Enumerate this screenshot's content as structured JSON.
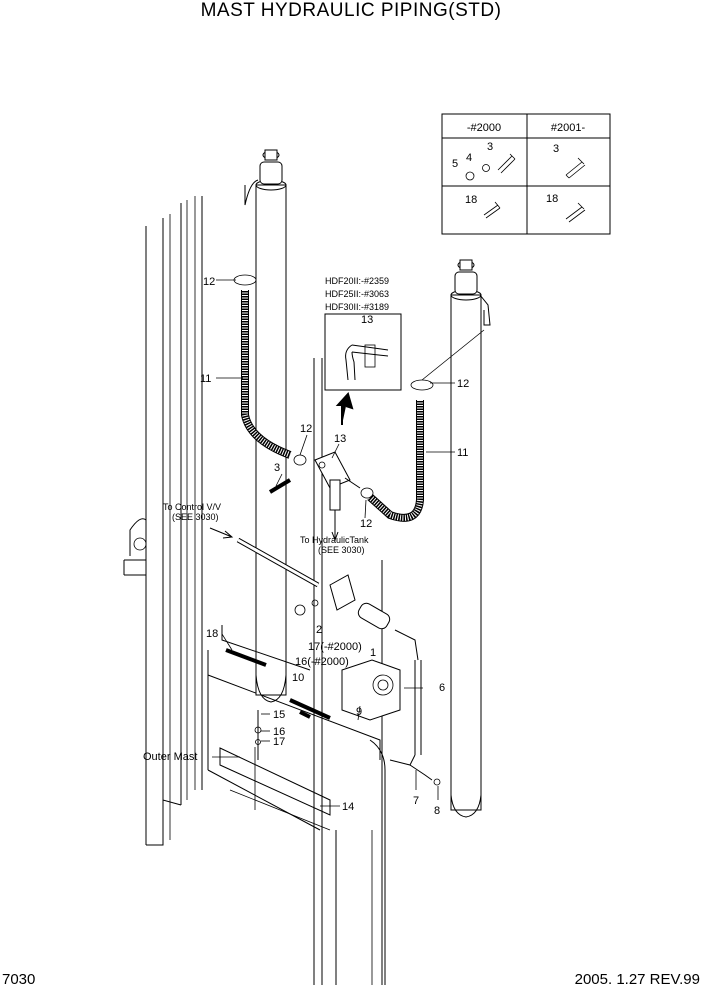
{
  "title": "MAST HYDRAULIC PIPING(STD)",
  "footer": {
    "page": "7030",
    "revision": "2005. 1.27 REV.99"
  },
  "table": {
    "col1_header": "-#2000",
    "col2_header": "#2001-",
    "r1c1": [
      "3",
      "4",
      "5"
    ],
    "r1c2": "3",
    "r2c1": "18",
    "r2c2": "18"
  },
  "serials": {
    "hdf20": "HDF20II:-#2359",
    "hdf25": "HDF25II:-#3063",
    "hdf30": "HDF30II:-#3189"
  },
  "notes": {
    "control": "To Control V/V",
    "control_see": "(SEE 3030)",
    "tank": "To HydraulicTank",
    "tank_see": "(SEE 3030)",
    "outer_mast": "Outer Mast"
  },
  "parts": {
    "p1": "1",
    "p2": "2",
    "p3": "3",
    "p6": "6",
    "p7": "7",
    "p8": "8",
    "p9": "9",
    "p10": "10",
    "p11a": "11",
    "p11b": "11",
    "p12a": "12",
    "p12b": "12",
    "p12c": "12",
    "p12d": "12",
    "p13a": "13",
    "p13b": "13",
    "p14": "14",
    "p15": "15",
    "p16": "16",
    "p16b": "16(-#2000)",
    "p17": "17",
    "p17b": "17(-#2000)",
    "p18": "18"
  }
}
